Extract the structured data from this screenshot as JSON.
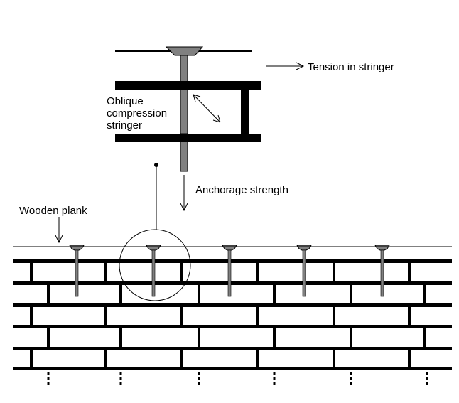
{
  "labels": {
    "tension": "Tension in stringer",
    "oblique_line1": "Oblique",
    "oblique_line2": "compression",
    "oblique_line3": "stringer",
    "anchorage": "Anchorage strength",
    "plank": "Wooden plank"
  },
  "nail_count": 5,
  "wall_course_count": 5,
  "colors": {
    "ink": "#000000",
    "nail": "#808080",
    "background": "#ffffff"
  }
}
